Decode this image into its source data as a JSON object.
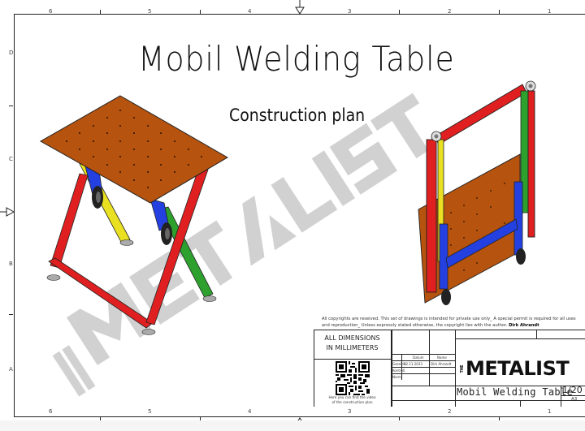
{
  "sheet": {
    "columns": [
      "6",
      "5",
      "4",
      "3",
      "2",
      "1"
    ],
    "rows": [
      "D",
      "C",
      "B",
      "A"
    ]
  },
  "header": {
    "title": "Mobil Welding Table",
    "subtitle": "Construction plan"
  },
  "watermark": {
    "text": "METALIST",
    "prefix": "THE"
  },
  "copyright": {
    "text": "All copyrights are reseived. This set of drawings is intended for private use only_ A special permit is required for all uses and reproduction_ Unless expressly stated otherwise, the copyright lies with the author.",
    "author": "Dirk Ahrandt"
  },
  "title_block": {
    "dimensions_note_line1": "ALL DIMENSIONS",
    "dimensions_note_line2": "IN MILLIMETERS",
    "qr_caption_line1": "Here you can find the video",
    "qr_caption_line2": "of the construction plan",
    "col_datum": "Datum",
    "col_name": "Name",
    "row_drawn": "Gezeich.",
    "row_checked": "Kontroll.",
    "row_norm": "Norm",
    "drawn_date": "02.11.2023",
    "drawn_name": "Dirk Ahrandt",
    "logo_prefix": "THE",
    "logo_text": "METALIST",
    "drawing_name": "Mobil Welding Table",
    "scale": "1/20",
    "paper_size": "A3"
  },
  "colors": {
    "table_top": "#b5530f",
    "frame_red": "#e02020",
    "leg_yellow": "#e8e020",
    "leg_green": "#2ea02e",
    "bracket_blue": "#2440e0",
    "wheel": "#222222",
    "watermark_gray": "#cfcfcf"
  }
}
